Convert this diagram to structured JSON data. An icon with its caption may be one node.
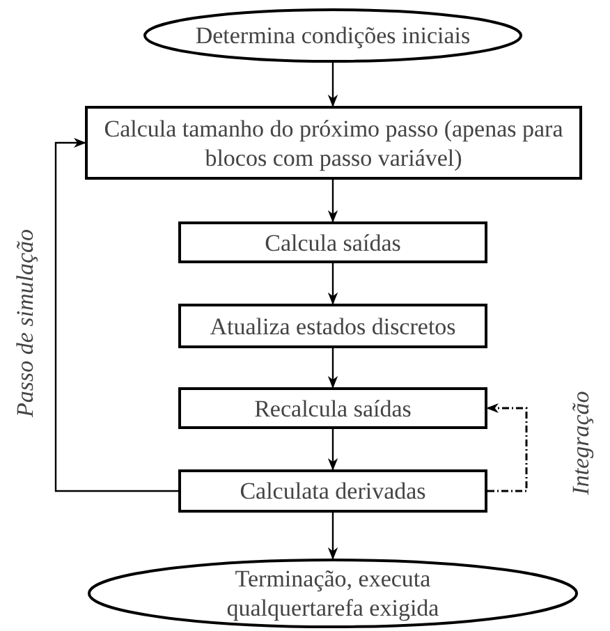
{
  "diagram": {
    "nodes": [
      {
        "text": [
          "Determina condições iniciais"
        ]
      },
      {
        "text": [
          "Calcula tamanho do próximo passo (apenas para blocos com passo variável)"
        ]
      },
      {
        "text": [
          "Calcula saídas"
        ]
      },
      {
        "text": [
          "Atualiza estados discretos"
        ]
      },
      {
        "text": [
          "Recalcula saídas"
        ]
      },
      {
        "text": [
          "Calculata derivadas"
        ]
      },
      {
        "text": [
          "Terminação, executa qualquertarefa exigida"
        ]
      }
    ],
    "edges": [
      {
        "from": 0,
        "to": 1,
        "arrow": "to"
      },
      {
        "from": 1,
        "to": 2,
        "arrow": "to"
      },
      {
        "from": 2,
        "to": 3,
        "arrow": "to"
      },
      {
        "from": 3,
        "to": 4,
        "arrow": "to"
      },
      {
        "from": 4,
        "to": 5,
        "arrow": "to"
      },
      {
        "from": 5,
        "to": 6,
        "arrow": "to"
      },
      {
        "from": 5,
        "to": 1,
        "arrow": "to",
        "label": "Passo de simulação"
      },
      {
        "from": 5,
        "to": 4,
        "arrow": "to",
        "label": "Integração",
        "style": "dashed"
      }
    ]
  }
}
